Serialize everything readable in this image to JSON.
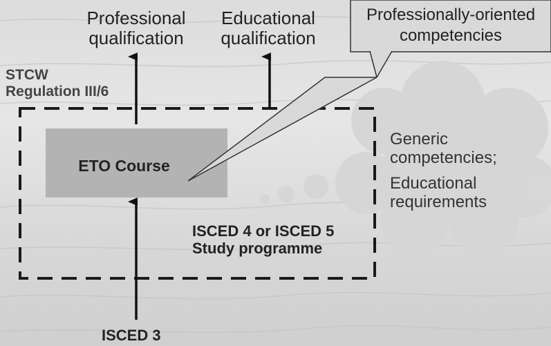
{
  "qualifications": {
    "professional": [
      "Professional",
      "qualification"
    ],
    "educational": [
      "Educational",
      "qualification"
    ]
  },
  "callout": [
    "Professionally-oriented",
    "competencies"
  ],
  "stcw": [
    "STCW",
    "Regulation III/6"
  ],
  "course": "ETO Course",
  "programme": [
    "ISCED 4 or ISCED 5",
    "Study programme"
  ],
  "entry": "ISCED 3",
  "cloud": {
    "competencies": [
      "Generic",
      "competencies;"
    ],
    "requirements": [
      "Educational",
      "requirements"
    ]
  },
  "colors": {
    "background": "#dcdcdc",
    "course_box": "#b3b3b3",
    "arrow": "#111111",
    "dashed_border": "#1a1a1a",
    "cloud": "#d6d6d6",
    "callout_fill": "#d9d9d9"
  }
}
